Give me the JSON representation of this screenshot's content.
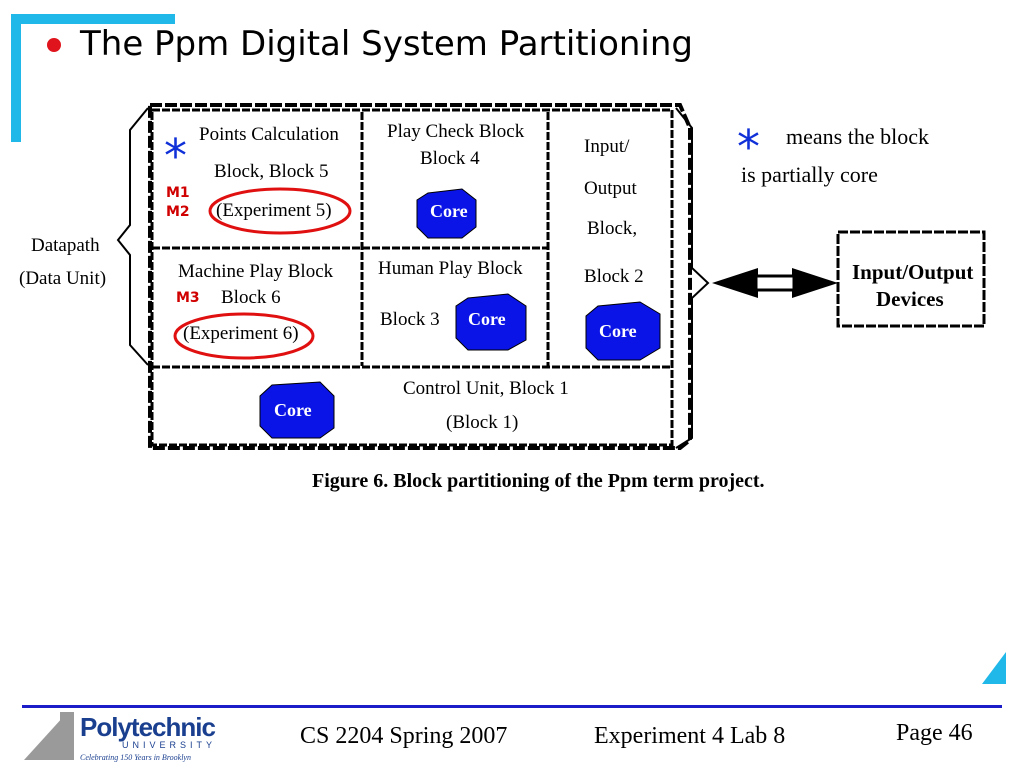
{
  "slide": {
    "title": "The Ppm Digital System Partitioning"
  },
  "diagram": {
    "points_block": {
      "line1": "Points Calculation",
      "line2": "Block, Block 5",
      "experiment": "(Experiment 5)"
    },
    "play_check_block": {
      "line1": "Play Check Block",
      "line2": "Block 4"
    },
    "io_block": {
      "line1": "Input/",
      "line2": "Output",
      "line3": "Block,",
      "line4": "Block 2"
    },
    "machine_play_block": {
      "line1": "Machine Play Block",
      "line2": "Block 6",
      "experiment": "(Experiment 6)"
    },
    "human_play_block": {
      "line1": "Human Play Block",
      "line2": "Block 3"
    },
    "control_unit": {
      "line1": "Control Unit, Block 1",
      "line2": "(Block 1)"
    },
    "core_label": "Core",
    "markers": {
      "m1": "M1",
      "m2": "M2",
      "m3": "M3"
    },
    "asterisk": "*",
    "datapath": {
      "line1": "Datapath",
      "line2": "(Data Unit)"
    },
    "legend": {
      "line1": "means the block",
      "line2": "is partially core"
    },
    "io_devices": {
      "line1": "Input/Output",
      "line2": "Devices"
    },
    "caption": "Figure 6.  Block partitioning of the Ppm term project."
  },
  "footer": {
    "course": "CS 2204 Spring 2007",
    "lab": "Experiment 4 Lab 8",
    "page": "Page 46",
    "logo": {
      "name": "Polytechnic",
      "sub": "UNIVERSITY",
      "tagline": "Celebrating 150 Years in Brooklyn"
    }
  },
  "colors": {
    "accent": "#1fb8e8",
    "bullet": "#e0141c",
    "core_fill": "#0a14e6",
    "asterisk": "#1030d8",
    "marker": "#d00000",
    "ellipse": "#e01010",
    "footer_rule": "#1c1cc8"
  },
  "icons": [
    "bullet-icon",
    "asterisk-icon",
    "core-blob",
    "double-arrow-icon",
    "polytechnic-logo"
  ]
}
